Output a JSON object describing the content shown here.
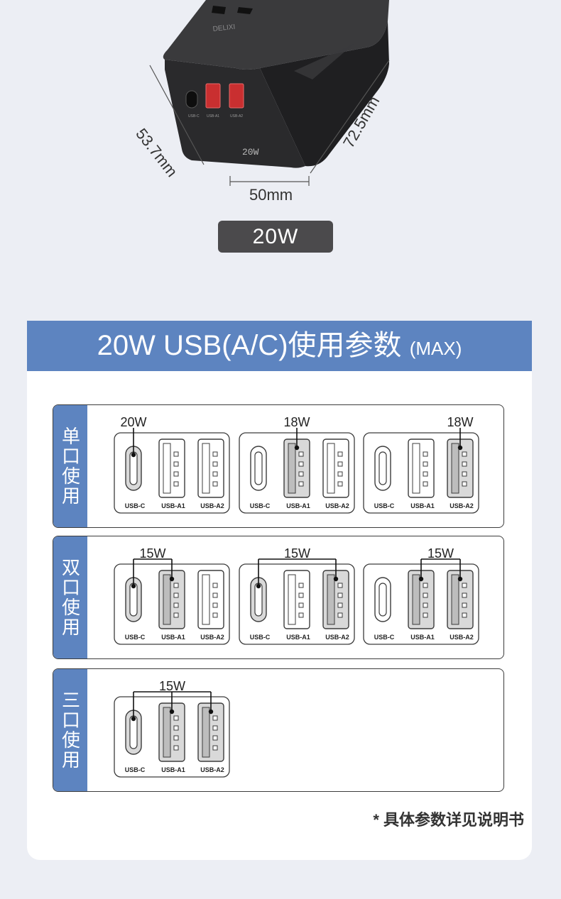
{
  "product": {
    "brand": "DELIXI",
    "port_marks": [
      "USB-C",
      "USB-A1",
      "USB-A2"
    ],
    "body_badge": "20W",
    "dimensions": {
      "depth": "53.7mm",
      "height": "72.5mm",
      "width": "50mm"
    },
    "power_label": "20W",
    "colors": {
      "body": "#2b2b2d",
      "port_accent": "#e23b3b"
    }
  },
  "spec": {
    "title": "20W USB(A/C)使用参数",
    "title_suffix": "(MAX)",
    "header_color": "#5d84c0",
    "port_names": [
      "USB-C",
      "USB-A1",
      "USB-A2"
    ],
    "groups": [
      {
        "label": "单口使用",
        "scenarios": [
          {
            "watt": "20W",
            "active": [
              0
            ]
          },
          {
            "watt": "18W",
            "active": [
              1
            ]
          },
          {
            "watt": "18W",
            "active": [
              2
            ]
          }
        ]
      },
      {
        "label": "双口使用",
        "scenarios": [
          {
            "watt": "15W",
            "active": [
              0,
              1
            ]
          },
          {
            "watt": "15W",
            "active": [
              0,
              2
            ]
          },
          {
            "watt": "15W",
            "active": [
              1,
              2
            ]
          }
        ]
      },
      {
        "label": "三口使用",
        "scenarios": [
          {
            "watt": "15W",
            "active": [
              0,
              1,
              2
            ]
          }
        ]
      }
    ],
    "footnote": "* 具体参数详见说明书"
  }
}
